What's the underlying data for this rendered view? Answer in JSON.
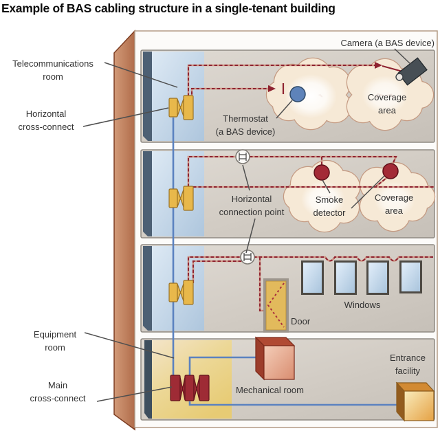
{
  "title": "Example of BAS cabling structure in a single-tenant building",
  "labels": {
    "camera": "Camera (a BAS device)",
    "telecommunications_room": "Telecommunications\nroom",
    "horizontal_cross_connect": "Horizontal\ncross-connect",
    "thermostat": "Thermostat\n(a BAS device)",
    "coverage_area_floor1": "Coverage\narea",
    "horizontal_connection_point": "Horizontal\nconnection point",
    "smoke_detector": "Smoke\ndetector",
    "coverage_area_floor2": "Coverage\narea",
    "windows": "Windows",
    "door": "Door",
    "equipment_room": "Equipment\nroom",
    "main_cross_connect": "Main\ncross-connect",
    "mechanical_room": "Mechanical room",
    "entrance_facility": "Entrance\nfacility"
  },
  "colors": {
    "horizontal_cable": "#8e2230",
    "backbone_cable": "#5b82c0",
    "cross_connect": "#e8b84b",
    "main_cross_connect": "#9e2b35",
    "telecom_room": "#c9d9ea",
    "equipment_room": "#e7cb74",
    "coverage_cloud": "#f6e9d6",
    "building_side_wall": "#c08060",
    "thermostat": "#5e83ba",
    "smoke_detector": "#a32a36"
  }
}
